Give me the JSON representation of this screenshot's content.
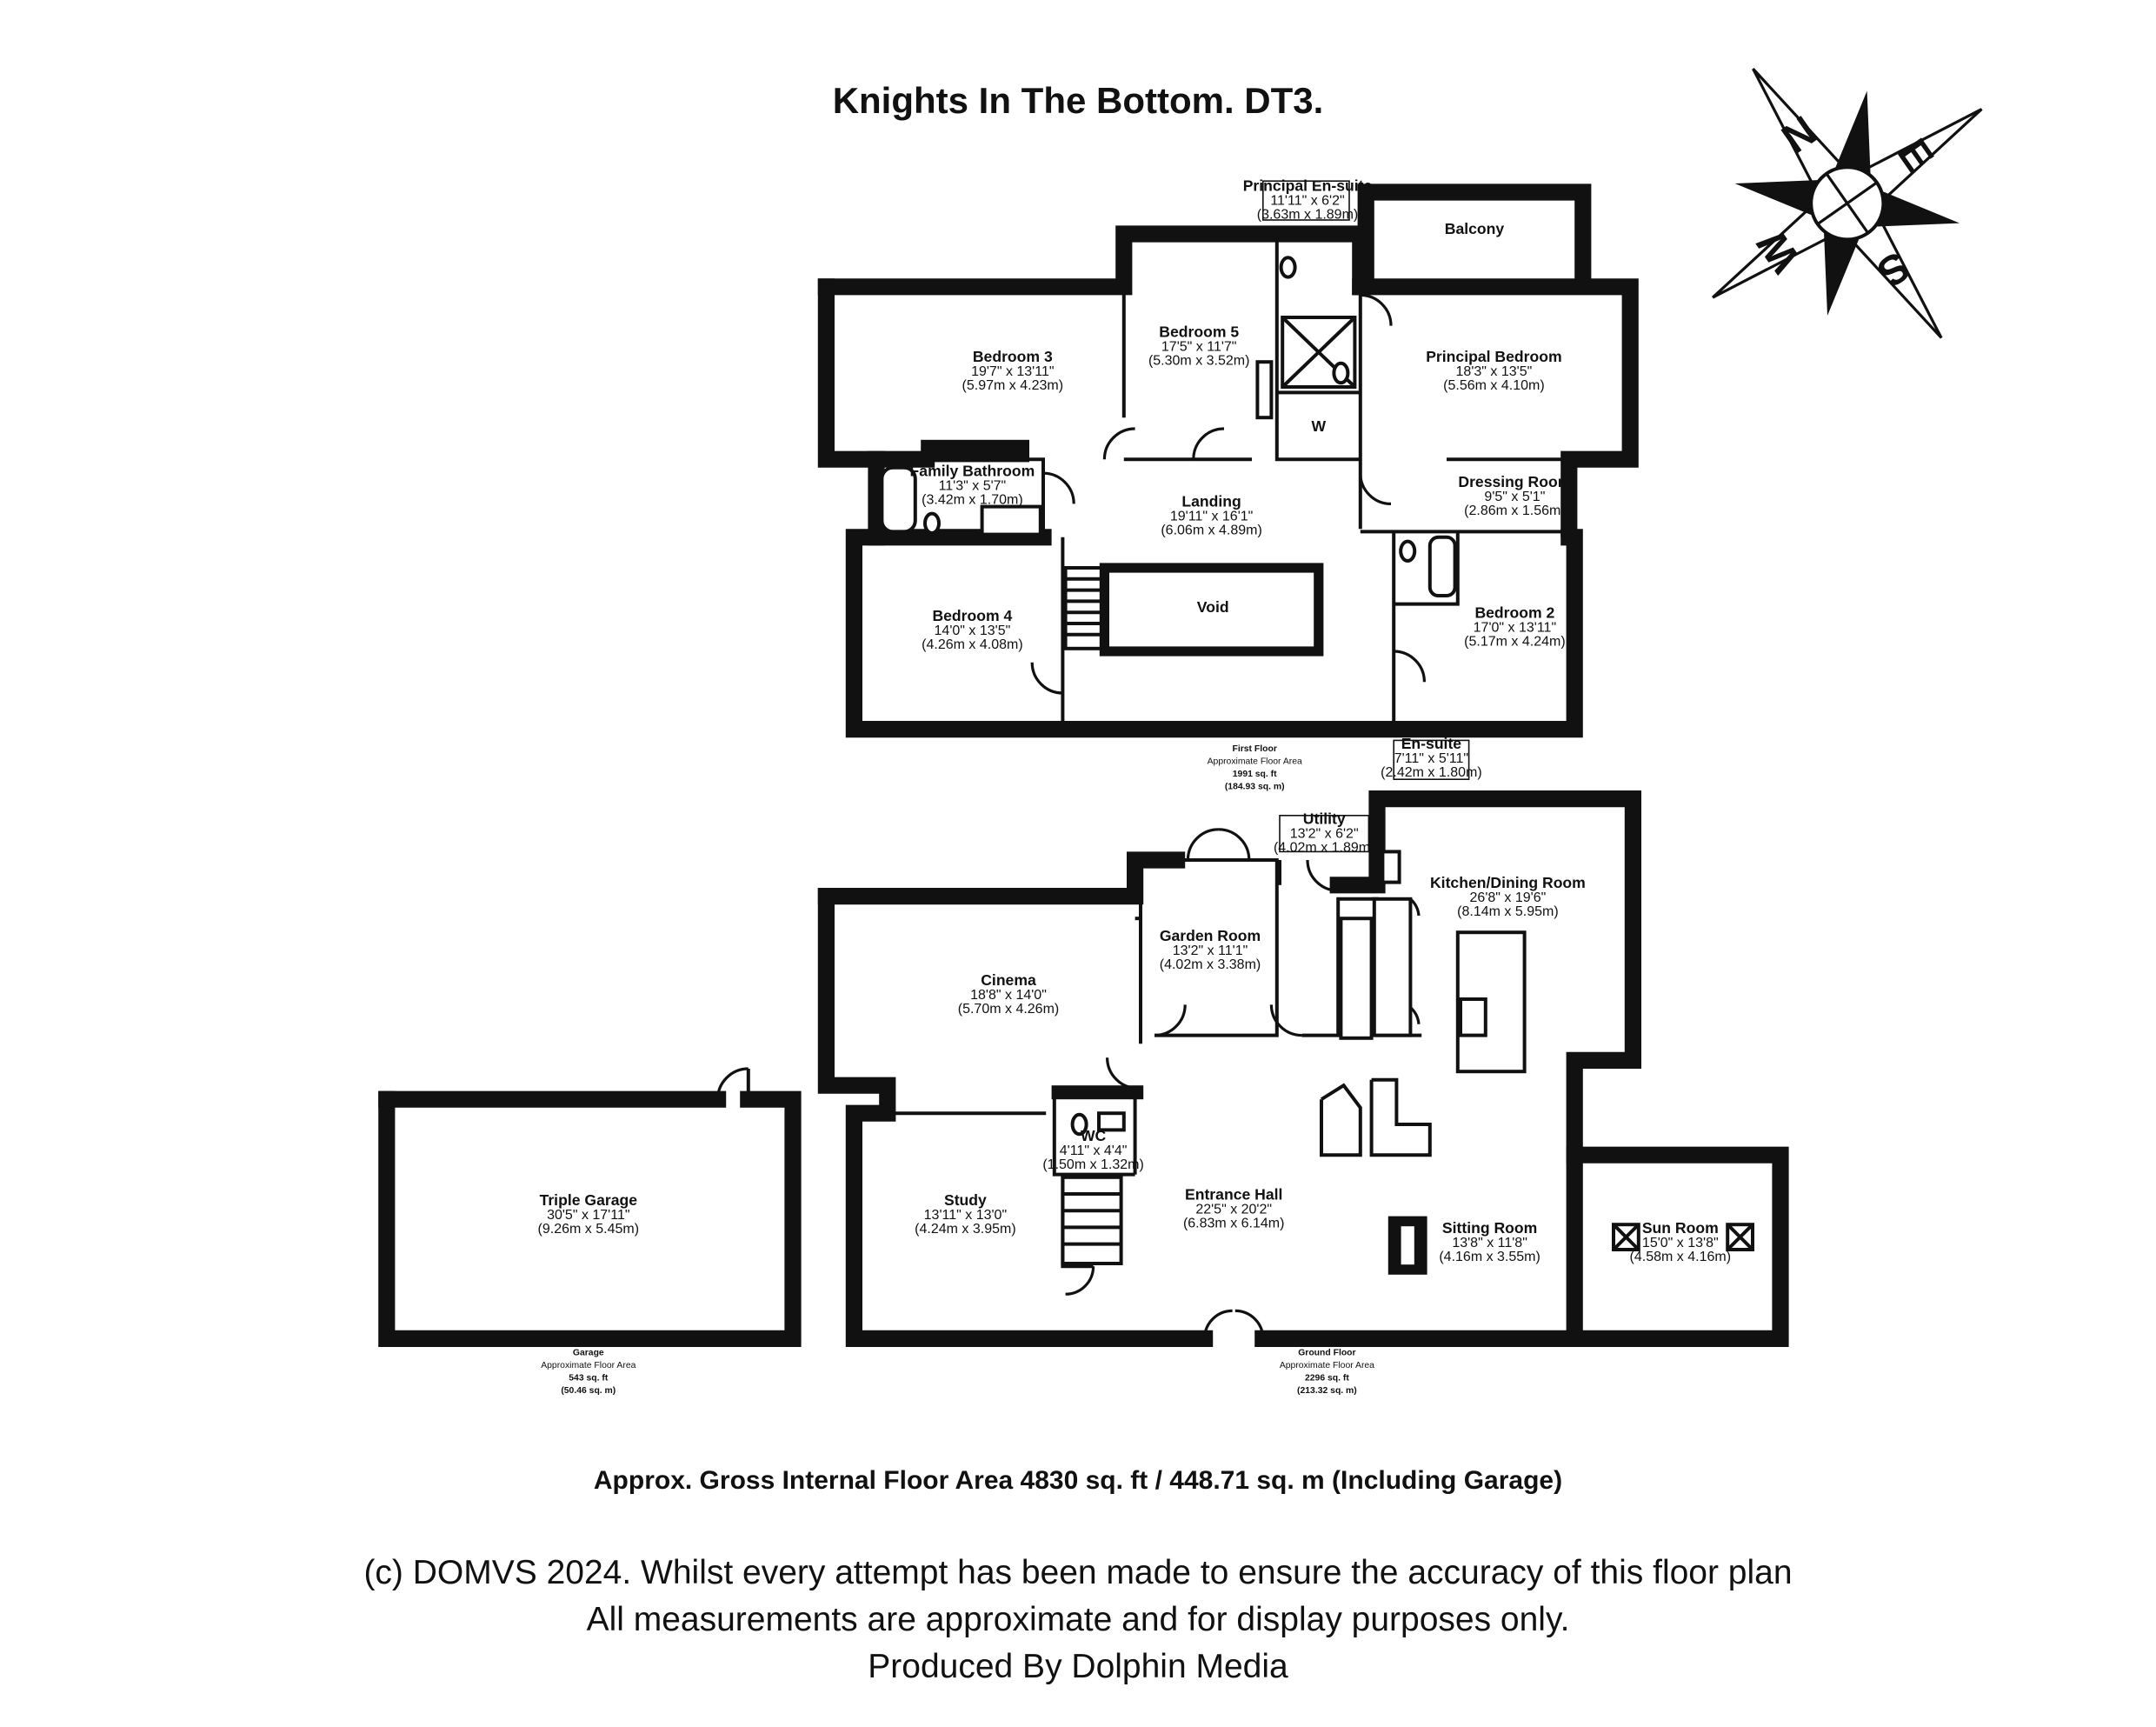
{
  "title": "Knights In The Bottom. DT3.",
  "compass": {
    "letters": [
      "N",
      "E",
      "S",
      "W"
    ]
  },
  "rooms": [
    {
      "id": "bedroom-3",
      "name": "Bedroom 3",
      "imperial": "19'7\" x 13'11\"",
      "metric": "(5.97m x 4.23m)"
    },
    {
      "id": "bedroom-5",
      "name": "Bedroom 5",
      "imperial": "17'5\" x 11'7\"",
      "metric": "(5.30m x 3.52m)"
    },
    {
      "id": "principal-ensuite",
      "name": "Principal En-suite",
      "imperial": "11'11\" x 6'2\"",
      "metric": "(3.63m x 1.89m)"
    },
    {
      "id": "balcony",
      "name": "Balcony",
      "imperial": "",
      "metric": ""
    },
    {
      "id": "principal-bedroom",
      "name": "Principal Bedroom",
      "imperial": "18'3\" x 13'5\"",
      "metric": "(5.56m x 4.10m)"
    },
    {
      "id": "w",
      "name": "W",
      "imperial": "",
      "metric": ""
    },
    {
      "id": "family-bathroom",
      "name": "Family Bathroom",
      "imperial": "11'3\" x 5'7\"",
      "metric": "(3.42m x 1.70m)"
    },
    {
      "id": "landing",
      "name": "Landing",
      "imperial": "19'11\" x 16'1\"",
      "metric": "(6.06m x 4.89m)"
    },
    {
      "id": "dressing-room",
      "name": "Dressing Room",
      "imperial": "9'5\" x 5'1\"",
      "metric": "(2.86m x 1.56m)"
    },
    {
      "id": "void",
      "name": "Void",
      "imperial": "",
      "metric": ""
    },
    {
      "id": "bedroom-4",
      "name": "Bedroom 4",
      "imperial": "14'0\" x 13'5\"",
      "metric": "(4.26m x 4.08m)"
    },
    {
      "id": "bedroom-2",
      "name": "Bedroom 2",
      "imperial": "17'0\" x 13'11\"",
      "metric": "(5.17m x 4.24m)"
    },
    {
      "id": "ensuite",
      "name": "En-suite",
      "imperial": "7'11\" x 5'11\"",
      "metric": "(2.42m x 1.80m)"
    },
    {
      "id": "utility",
      "name": "Utility",
      "imperial": "13'2\" x 6'2\"",
      "metric": "(4.02m x 1.89m)"
    },
    {
      "id": "kitchen-dining",
      "name": "Kitchen/Dining Room",
      "imperial": "26'8\" x 19'6\"",
      "metric": "(8.14m x 5.95m)"
    },
    {
      "id": "garden-room",
      "name": "Garden Room",
      "imperial": "13'2\" x 11'1\"",
      "metric": "(4.02m x 3.38m)"
    },
    {
      "id": "cinema",
      "name": "Cinema",
      "imperial": "18'8\" x 14'0\"",
      "metric": "(5.70m x 4.26m)"
    },
    {
      "id": "wc",
      "name": "WC",
      "imperial": "4'11\" x 4'4\"",
      "metric": "(1.50m x 1.32m)"
    },
    {
      "id": "triple-garage",
      "name": "Triple Garage",
      "imperial": "30'5\" x 17'11\"",
      "metric": "(9.26m x 5.45m)"
    },
    {
      "id": "study",
      "name": "Study",
      "imperial": "13'11\" x 13'0\"",
      "metric": "(4.24m x 3.95m)"
    },
    {
      "id": "entrance-hall",
      "name": "Entrance Hall",
      "imperial": "22'5\" x 20'2\"",
      "metric": "(6.83m x 6.14m)"
    },
    {
      "id": "sitting-room",
      "name": "Sitting Room",
      "imperial": "13'8\" x 11'8\"",
      "metric": "(4.16m x 3.55m)"
    },
    {
      "id": "sun-room",
      "name": "Sun Room",
      "imperial": "15'0\" x 13'8\"",
      "metric": "(4.58m x 4.16m)"
    }
  ],
  "floor_areas": [
    {
      "id": "first-floor",
      "lines": [
        "First Floor",
        "Approximate Floor Area",
        "1991 sq. ft",
        "(184.93 sq. m)"
      ]
    },
    {
      "id": "ground-floor",
      "lines": [
        "Ground Floor",
        "Approximate Floor Area",
        "2296 sq. ft",
        "(213.32 sq. m)"
      ]
    },
    {
      "id": "garage",
      "lines": [
        "Garage",
        "Approximate Floor Area",
        "543 sq. ft",
        "(50.46 sq. m)"
      ]
    }
  ],
  "gross_area": "Approx. Gross Internal Floor Area 4830 sq. ft / 448.71 sq. m (Including Garage)",
  "disclaimer": [
    "(c) DOMVS 2024. Whilst every attempt has been made to ensure the accuracy of this floor plan",
    "All measurements are approximate and for display purposes only.",
    "Produced By Dolphin Media"
  ],
  "colors": {
    "wall": "#111111",
    "background": "#ffffff"
  }
}
